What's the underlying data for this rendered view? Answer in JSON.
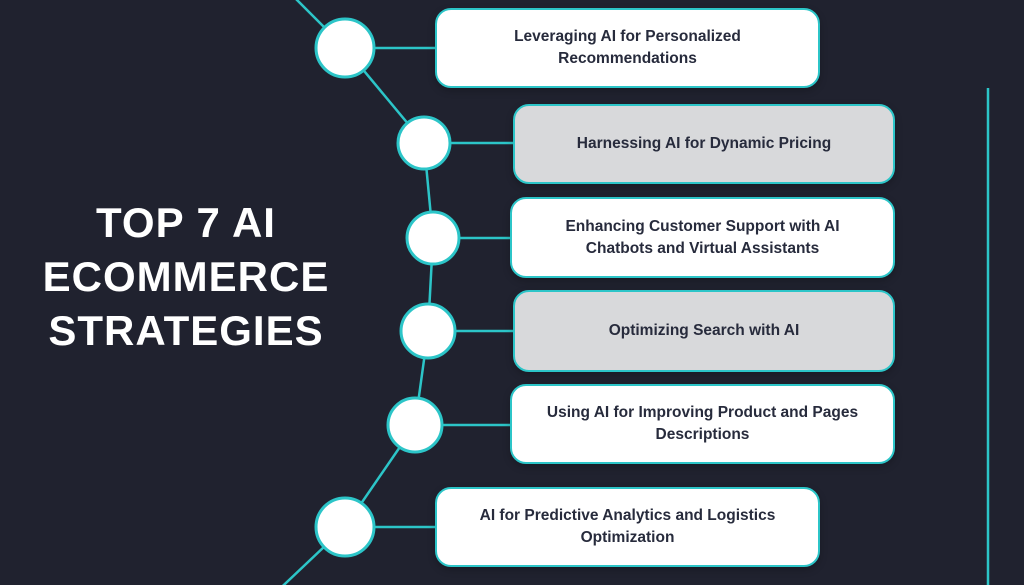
{
  "title": "TOP 7 AI ECOMMERCE STRATEGIES",
  "colors": {
    "background": "#20222F",
    "accent": "#2CC5C8",
    "card_white": "#FFFFFF",
    "card_gray": "#D8D9DB",
    "card_text": "#272B3C",
    "title_text": "#FFFFFF"
  },
  "strategies": [
    {
      "label": "Leveraging AI for Personalized Recommendations",
      "variant": "white"
    },
    {
      "label": "Harnessing AI for Dynamic Pricing",
      "variant": "gray"
    },
    {
      "label": "Enhancing Customer Support with AI Chatbots and Virtual Assistants",
      "variant": "white"
    },
    {
      "label": "Optimizing Search with AI",
      "variant": "gray"
    },
    {
      "label": "Using AI for Improving Product and Pages Descriptions",
      "variant": "white"
    },
    {
      "label": "AI for Predictive Analytics and Logistics Optimization",
      "variant": "white"
    }
  ]
}
